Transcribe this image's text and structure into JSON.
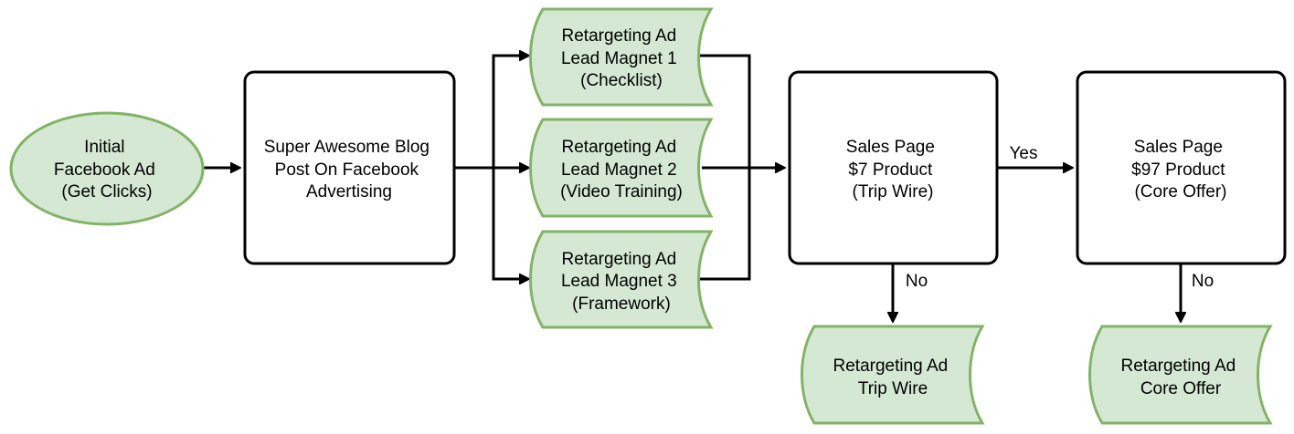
{
  "colors": {
    "green_fill": "#d5e8d4",
    "green_stroke": "#82b366",
    "box_fill": "#ffffff",
    "line": "#000000"
  },
  "nodes": {
    "initial_ad": {
      "lines": [
        "Initial",
        "Facebook Ad",
        "(Get Clicks)"
      ]
    },
    "blog_post": {
      "lines": [
        "Super Awesome Blog",
        "Post On Facebook",
        "Advertising"
      ]
    },
    "lead_magnet_1": {
      "lines": [
        "Retargeting Ad",
        "Lead Magnet 1",
        "(Checklist)"
      ]
    },
    "lead_magnet_2": {
      "lines": [
        "Retargeting Ad",
        "Lead Magnet 2",
        "(Video Training)"
      ]
    },
    "lead_magnet_3": {
      "lines": [
        "Retargeting Ad",
        "Lead Magnet 3",
        "(Framework)"
      ]
    },
    "sales_page_7": {
      "lines": [
        "Sales Page",
        "$7 Product",
        "(Trip Wire)"
      ]
    },
    "sales_page_97": {
      "lines": [
        "Sales Page",
        "$97 Product",
        "(Core Offer)"
      ]
    },
    "retarget_trip_wire": {
      "lines": [
        "Retargeting Ad",
        "Trip Wire"
      ]
    },
    "retarget_core_offer": {
      "lines": [
        "Retargeting Ad",
        "Core Offer"
      ]
    }
  },
  "edges": {
    "yes_label": "Yes",
    "no_label_1": "No",
    "no_label_2": "No"
  }
}
